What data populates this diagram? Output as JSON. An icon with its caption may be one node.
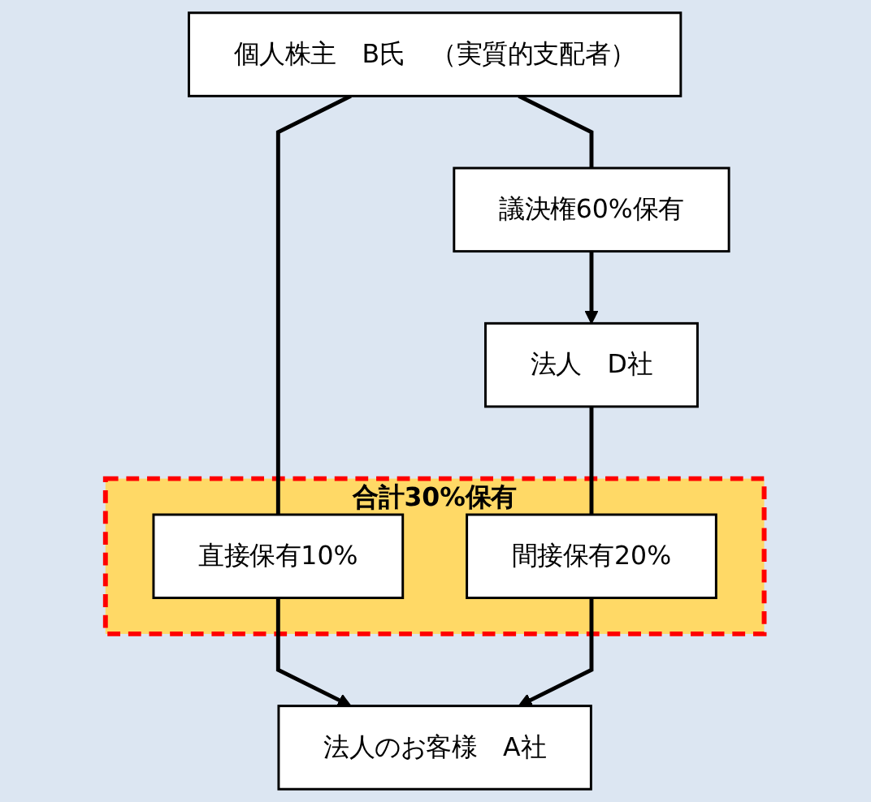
{
  "diagram": {
    "nodes": [
      {
        "text": [
          "個人株主　B氏　（実質的支配者）"
        ]
      },
      {
        "text": [
          "議決権60%保有"
        ]
      },
      {
        "text": [
          "法人　D社"
        ]
      },
      {
        "text": [
          "合計30%保有"
        ]
      },
      {
        "text": [
          "直接保有10%"
        ],
        "in": 3
      },
      {
        "text": [
          "間接保有20%"
        ],
        "in": 3
      },
      {
        "text": [
          "法人のお客様　A社"
        ]
      }
    ],
    "edges": [
      {
        "from": 0,
        "to": 1,
        "arrow": "none"
      },
      {
        "from": 1,
        "to": 2,
        "arrow": "to"
      },
      {
        "from": 0,
        "to": 4,
        "arrow": "none"
      },
      {
        "from": 2,
        "to": 5,
        "arrow": "none"
      },
      {
        "from": 4,
        "to": 6,
        "arrow": "to"
      },
      {
        "from": 5,
        "to": 6,
        "arrow": "to"
      }
    ]
  }
}
